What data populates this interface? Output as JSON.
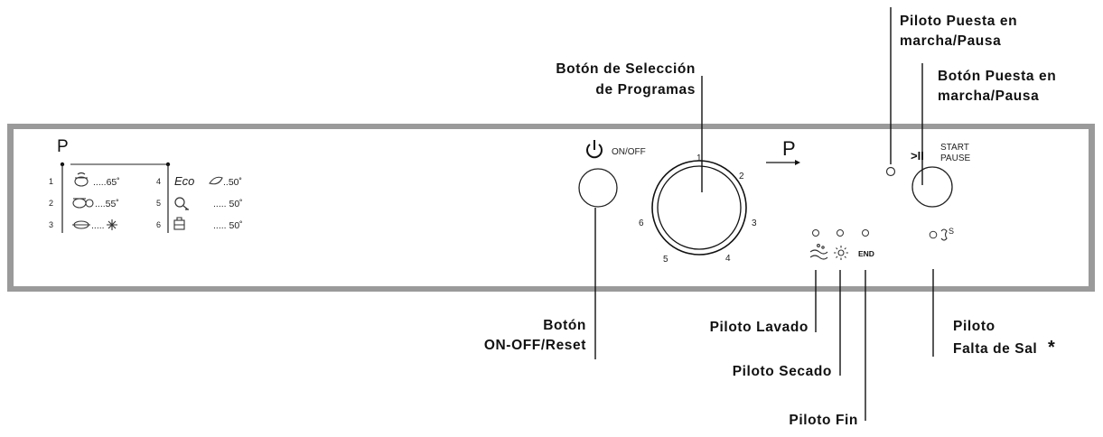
{
  "panel": {
    "program_header": "P",
    "programs": [
      {
        "num": "1",
        "temp": ".....65˚"
      },
      {
        "num": "2",
        "temp": "....55˚"
      },
      {
        "num": "3",
        "temp": "....."
      },
      {
        "num": "4",
        "eco": "Eco",
        "temp": "..50˚"
      },
      {
        "num": "5",
        "temp": "..... 50˚"
      },
      {
        "num": "6",
        "temp": "..... 50˚"
      }
    ],
    "onoff_text": "ON/OFF",
    "dial_symbol": "P",
    "dial_numbers": [
      "1",
      "2",
      "3",
      "4",
      "5",
      "6"
    ],
    "start_symbol": ">II",
    "start_text": "START",
    "pause_text": "PAUSE",
    "end_text": "END",
    "salt_symbol": "S"
  },
  "labels": {
    "piloto_puesta": [
      "Piloto  Puesta  en",
      "marcha/Pausa"
    ],
    "boton_puesta": [
      "Botón  Puesta  en",
      "marcha/Pausa"
    ],
    "boton_seleccion": [
      "Botón  de  Selección",
      "de  Programas"
    ],
    "boton_onoff": [
      "Botón",
      "ON-OFF/Reset"
    ],
    "piloto_lavado": "Piloto  Lavado",
    "piloto_secado": "Piloto  Secado",
    "piloto_fin": "Piloto  Fin",
    "piloto_falta_sal": [
      "Piloto",
      "Falta de Sal"
    ],
    "asterisk": "*"
  }
}
